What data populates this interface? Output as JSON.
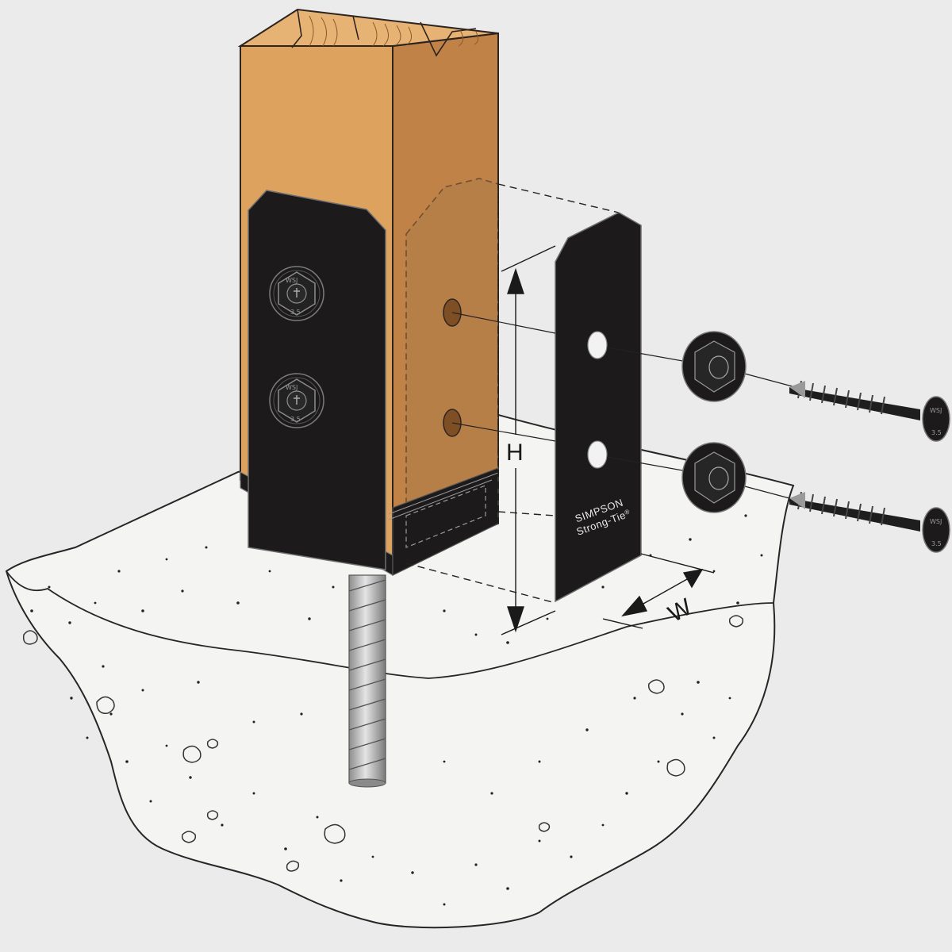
{
  "diagram": {
    "dimensions": {
      "height_label": "H",
      "width_label": "W"
    },
    "plate": {
      "brand_line1": "SIMPSON",
      "brand_line2": "Strong-Tie",
      "registered_mark": "®"
    },
    "fastener": {
      "head_line1": "WSJ",
      "head_line2": "3.5"
    }
  },
  "colors": {
    "background": "#ebebeb",
    "wood_face": "#dea25f",
    "wood_side": "#c18247",
    "wood_grain": "#8a5a2b",
    "steel": "#1c1a1a",
    "concrete": "#f4f4f2",
    "anchor": "#c9c9c9"
  }
}
